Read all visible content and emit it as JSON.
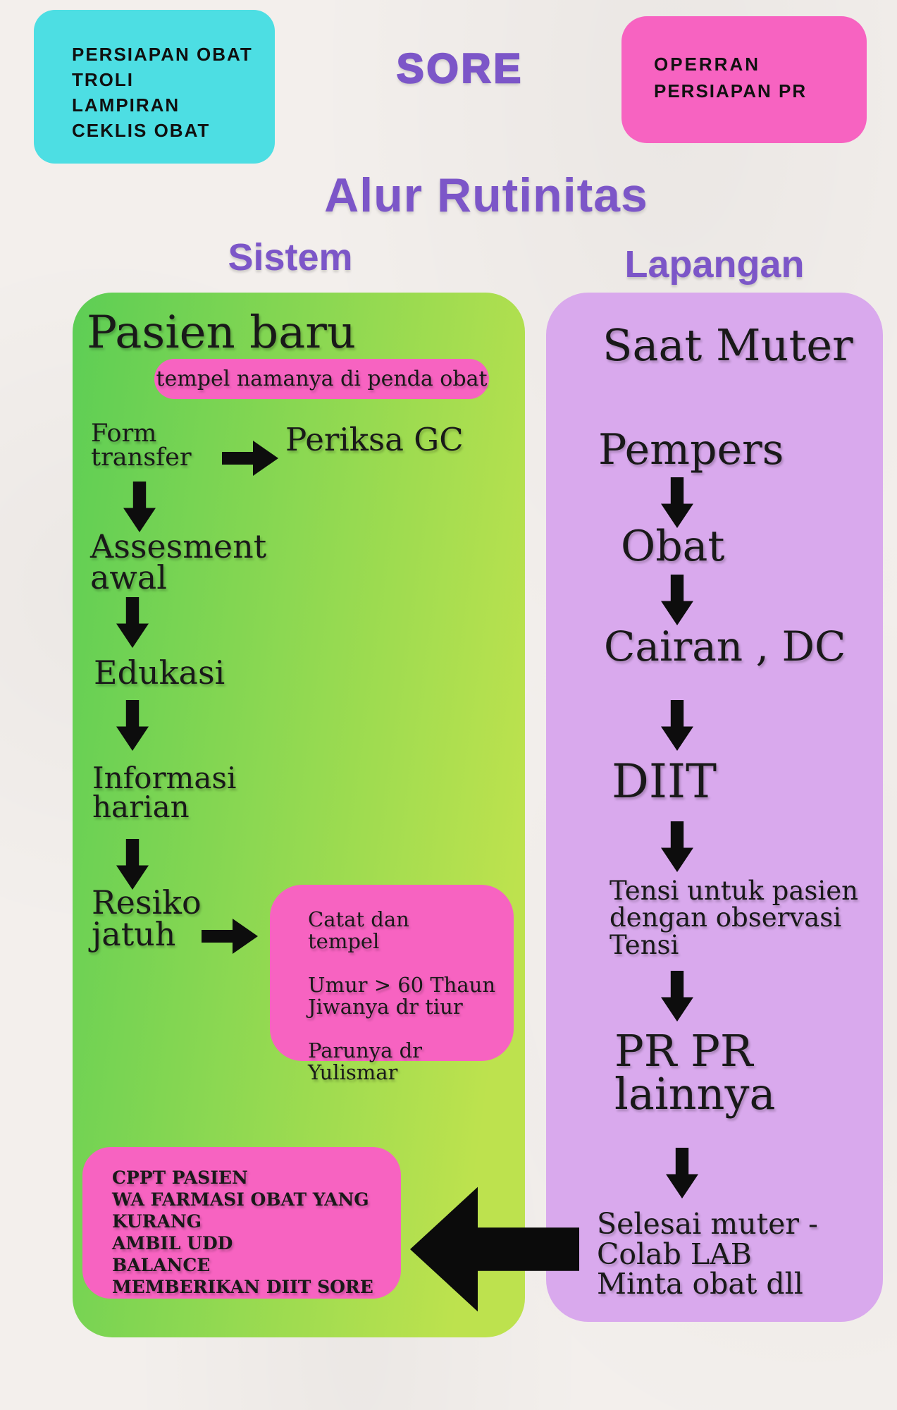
{
  "colors": {
    "paper": "#f3efec",
    "cyan": "#4ddee3",
    "pink": "#f763c1",
    "purple_text": "#7c56c8",
    "lavender_column": "#d9a9ed",
    "green_gradient_start": "#5dce55",
    "green_gradient_end": "#bde24e",
    "ink": "#111111"
  },
  "icons": {
    "down_arrow": "arrow-down",
    "right_arrow": "arrow-right",
    "big_left_arrow": "arrow-left"
  },
  "header": {
    "prep_box_text": "PERSIAPAN OBAT\nTROLI\nLAMPIRAN\nCEKLIS OBAT",
    "shift": "SORE",
    "operran_line1": "OPERRAN",
    "operran_line2": "PERSIAPAN PR",
    "title": "Alur Rutinitas",
    "left_col_label": "Sistem",
    "right_col_label": "Lapangan"
  },
  "sistem": {
    "heading": "Pasien baru",
    "pill": "tempel namanya di penda obat",
    "form_transfer": "Form\ntransfer",
    "periksa_gc": "Periksa GC",
    "assesment": "Assesment\nawal",
    "edukasi": "Edukasi",
    "informasi": "Informasi\nharian",
    "resiko": "Resiko\njatuh",
    "catat_note": "Catat dan\ntempel\n\nUmur > 60 Thaun\nJiwanya dr tiur\n\nParunya dr Yulismar",
    "cppt_note": "CPPT PASIEN\nWA FARMASI OBAT YANG\nKURANG\nAMBIL UDD\nBALANCE\nMEMBERIKAN DIIT SORE"
  },
  "lapangan": {
    "heading": "Saat Muter",
    "step_pempers": "Pempers",
    "step_obat": "Obat",
    "step_cairan": "Cairan , DC",
    "step_diit": "DIIT",
    "step_tensi": "Tensi untuk pasien\ndengan observasi\nTensi",
    "step_prpr": "PR PR\nlainnya",
    "step_selesai": "Selesai muter -\nColab LAB\nMinta obat dll"
  }
}
